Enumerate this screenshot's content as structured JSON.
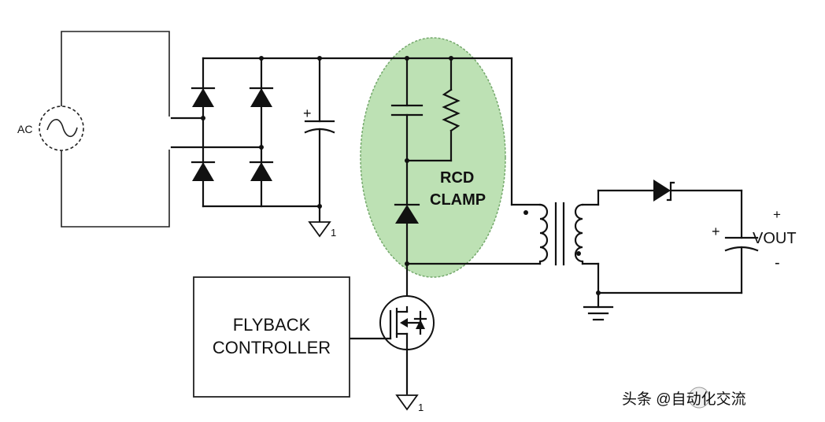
{
  "labels": {
    "ac": "AC",
    "rcd_line1": "RCD",
    "rcd_line2": "CLAMP",
    "controller_line1": "FLYBACK",
    "controller_line2": "CONTROLLER",
    "vout": "VOUT",
    "vout_plus": "+",
    "vout_minus": "-",
    "cap_plus": "+",
    "ground_num": "1"
  },
  "watermark": "头条 @自动化交流",
  "colors": {
    "clamp_highlight": "#a8d8a0",
    "clamp_border": "#5c9a52",
    "wire": "#111111"
  }
}
